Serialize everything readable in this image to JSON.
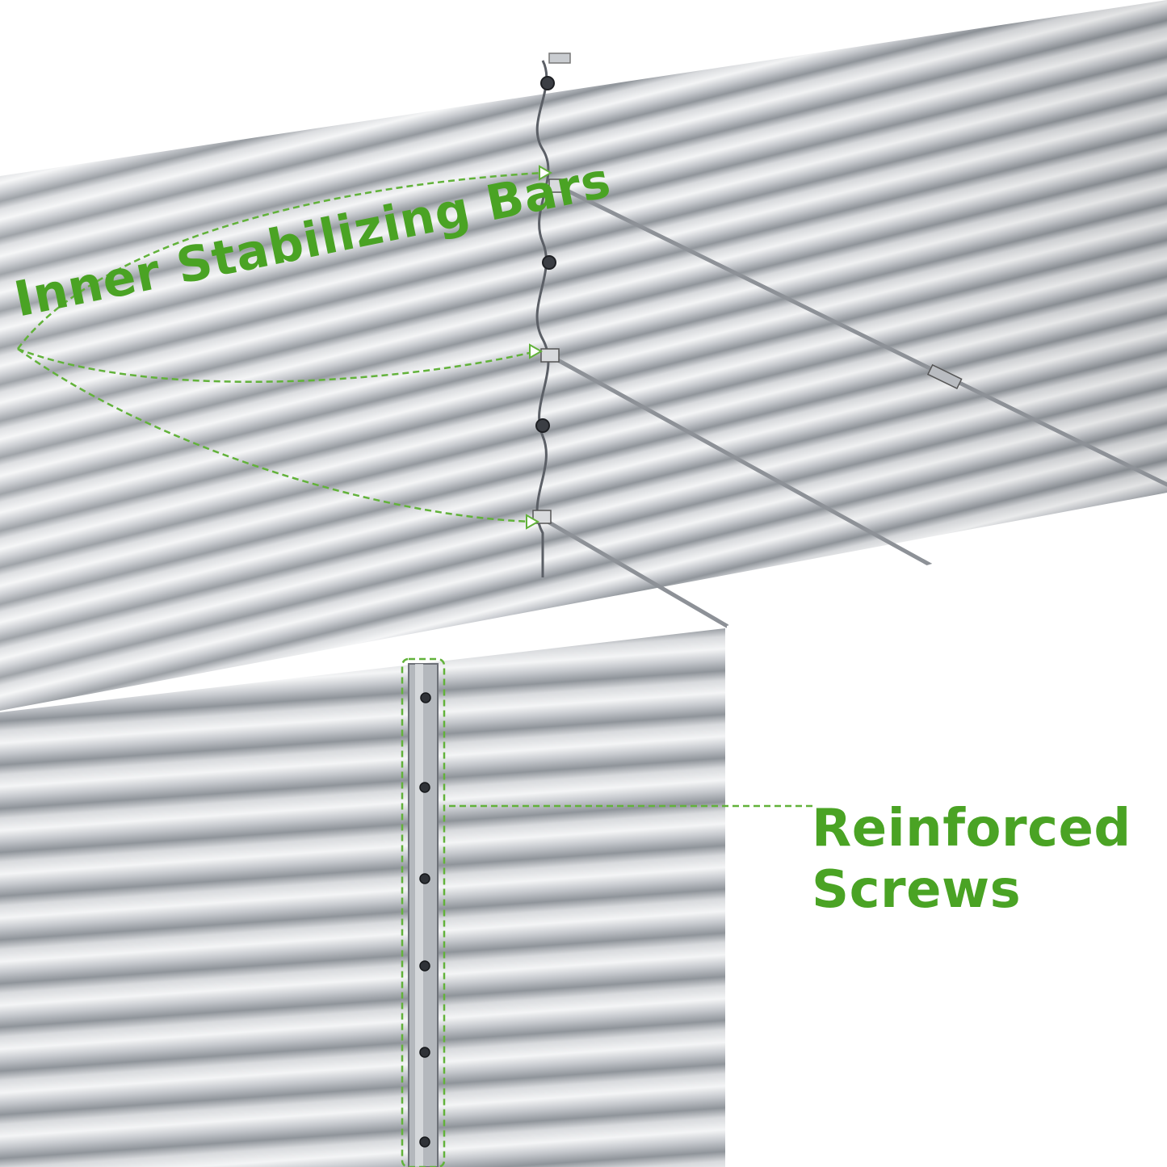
{
  "image": {
    "subject": "galvanized corrugated metal raised garden bed panels",
    "accent_color": "#4aa324",
    "metal_colors": [
      "#e8e9eb",
      "#b9bcc1",
      "#8e9298"
    ]
  },
  "callouts": {
    "inner_stabilizing_bars": "Inner Stabilizing Bars",
    "reinforced_screws_line1": "Reinforced",
    "reinforced_screws_line2": "Screws"
  }
}
